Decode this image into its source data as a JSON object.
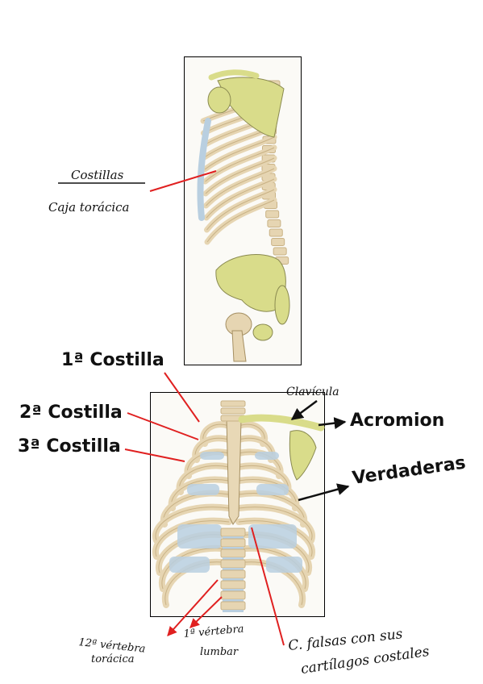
{
  "colors": {
    "bone": "#e6d5b2",
    "bone_shade": "#c9b285",
    "cartilage": "#b9cfe0",
    "yellow_bone": "#d9dc8a",
    "red_line": "#e02020",
    "black_line": "#111111"
  },
  "labels": {
    "costillas": "Costillas",
    "caja_toracica": "Caja torácica",
    "primera_costilla": "1ª Costilla",
    "segunda_costilla": "2ª Costilla",
    "tercera_costilla": "3ª Costilla",
    "clavicula": "Clavícula",
    "acromion": "Acromion",
    "verdaderas": "Verdaderas",
    "vertebra_toracica_1": "12ª vértebra",
    "vertebra_toracica_2": "torácica",
    "vertebra_lumbar_1": "1ª vértebra",
    "vertebra_lumbar_2": "lumbar",
    "falsas_1": "C. falsas con sus",
    "falsas_2": "cartílagos costales"
  }
}
